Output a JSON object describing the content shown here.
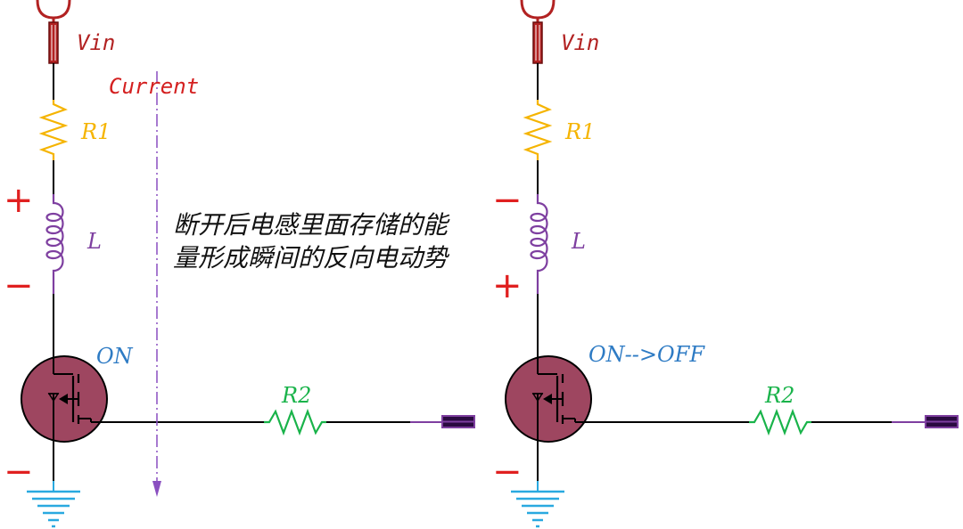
{
  "left": {
    "vin_label": "Vin",
    "current_label": "Current",
    "r1_label": "R1",
    "l_label": "L",
    "r2_label": "R2",
    "switch_state": "ON",
    "inductor_top_sign": "+",
    "inductor_bottom_sign": "−",
    "ground_sign": "−",
    "note_line1": "断开后电感里面存储的能",
    "note_line2": "量形成瞬间的反向电动势"
  },
  "right": {
    "vin_label": "Vin",
    "r1_label": "R1",
    "l_label": "L",
    "r2_label": "R2",
    "switch_state": "ON-->OFF",
    "inductor_top_sign": "−",
    "inductor_bottom_sign": "+",
    "ground_sign": "−"
  },
  "colors": {
    "vin": "#b22222",
    "resistor1": "#f5b400",
    "inductor": "#7e3fa0",
    "resistor2": "#19b34a",
    "mosfet_fill": "#9e4660",
    "state_text": "#2e7bc4",
    "ground": "#29a9e0",
    "sign": "#e02020",
    "current_arrow": "#8a4fc0",
    "wire": "#000000"
  }
}
